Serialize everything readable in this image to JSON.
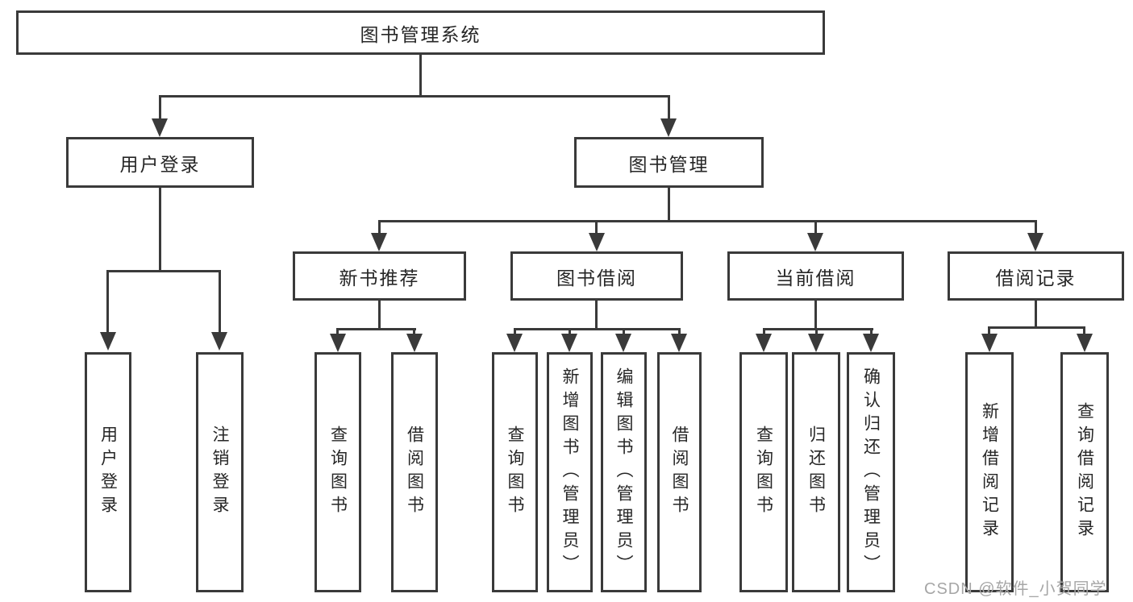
{
  "diagram": {
    "title": "library-management-system-function-tree",
    "root": {
      "label": "图书管理系统"
    },
    "branches": {
      "user_login": {
        "label": "用户登录"
      },
      "book_management": {
        "label": "图书管理"
      }
    },
    "modules": {
      "new_book_recommend": {
        "label": "新书推荐"
      },
      "book_borrow": {
        "label": "图书借阅"
      },
      "current_borrow": {
        "label": "当前借阅"
      },
      "borrow_record": {
        "label": "借阅记录"
      }
    },
    "leaves": {
      "user_login": [
        "用户登录",
        "注销登录"
      ],
      "new_book_recommend": [
        "查询图书",
        "借阅图书"
      ],
      "book_borrow": [
        "查询图书",
        "新增图书（管理员）",
        "编辑图书（管理员）",
        "借阅图书"
      ],
      "current_borrow": [
        "查询图书",
        "归还图书",
        "确认归还（管理员）"
      ],
      "borrow_record": [
        "新增借阅记录",
        "查询借阅记录"
      ]
    }
  },
  "watermark": {
    "text": "CSDN @软件_小贺同学"
  },
  "colors": {
    "line": "#3a3a3a",
    "text": "#262626",
    "watermark": "#a6a6a6",
    "background": "#ffffff"
  }
}
